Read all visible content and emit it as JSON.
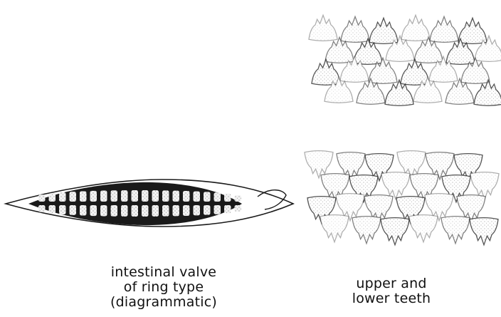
{
  "figure": {
    "valve_caption": [
      "intestinal valve",
      "of ring type",
      "(diagrammatic)"
    ],
    "teeth_caption": [
      "upper and",
      "lower teeth"
    ],
    "ink_color": "#1a1a1a",
    "stipple_color": "#555555"
  }
}
